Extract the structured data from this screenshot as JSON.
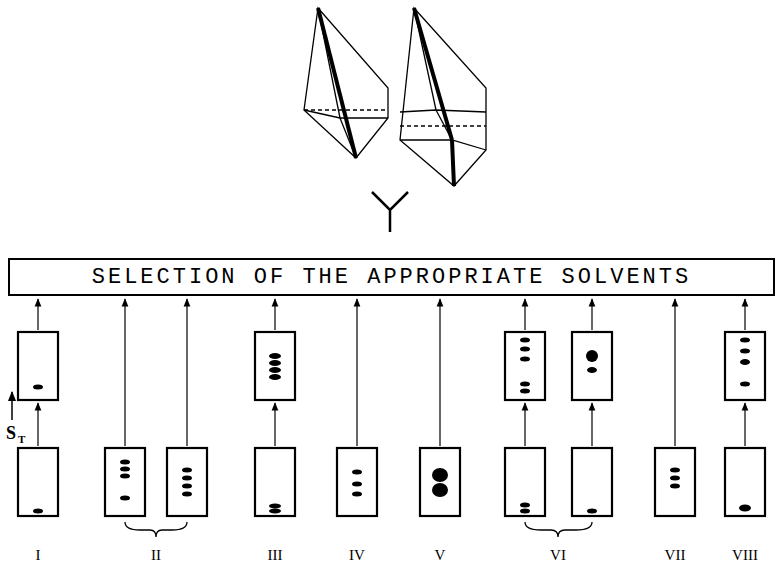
{
  "diagram": {
    "nodes": [
      {
        "text": [
          "SELECTION OF THE APPROPRIATE SOLVENTS"
        ]
      }
    ],
    "labels": [
      "S",
      "T",
      "I",
      "II",
      "III",
      "IV",
      "V",
      "VI",
      "VII",
      "VIII"
    ]
  }
}
